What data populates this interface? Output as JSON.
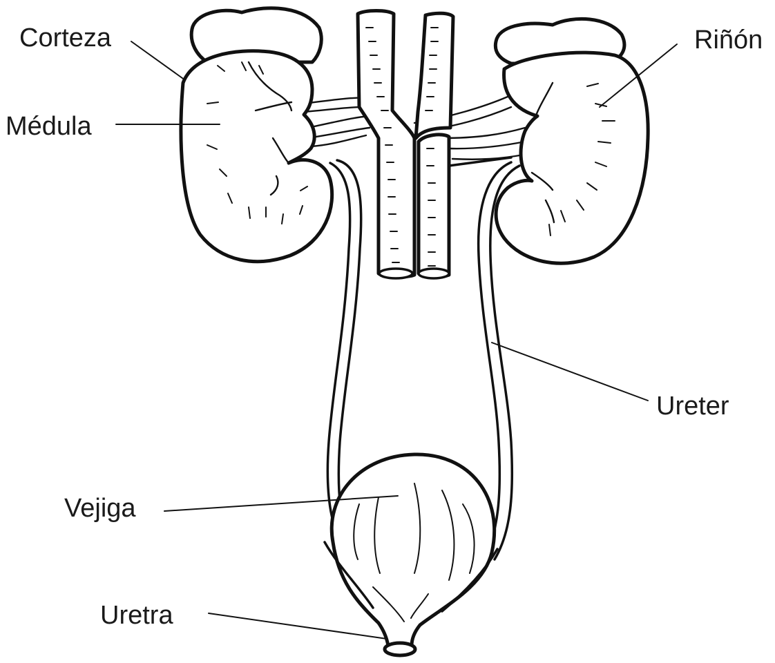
{
  "labels": {
    "corteza": "Corteza",
    "medula": "Médula",
    "rinon": "Riñón",
    "ureter": "Ureter",
    "vejiga": "Vejiga",
    "uretra": "Uretra"
  },
  "colors": {
    "ink": "#111111",
    "background": "#ffffff"
  }
}
